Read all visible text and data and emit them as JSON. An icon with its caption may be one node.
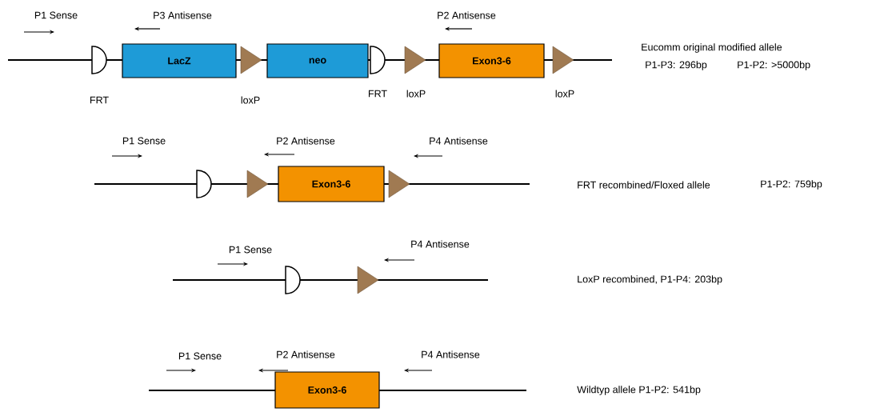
{
  "diagram": {
    "nodes": [
      {
        "text": [
          "LacZ"
        ]
      },
      {
        "text": [
          "neo"
        ]
      },
      {
        "text": [
          "Exon3-6"
        ]
      },
      {
        "text": [
          "Exon3-6"
        ]
      },
      {
        "text": [
          "Exon3-6"
        ]
      }
    ],
    "labels": [
      "P1 Sense",
      "P3 Antisense",
      "P2 Antisense",
      "Eucomm original modified allele",
      "FRT",
      "loxP",
      "FRT",
      "loxP",
      "loxP",
      "P1-P3: 296bp",
      "P1-P2: >5000bp",
      "P1 Sense",
      "P2 Antisense",
      "P4 Antisense",
      "FRT recombined/Floxed allele",
      "P1-P2: 759bp",
      "P1 Sense",
      "P4 Antisense",
      "LoxP recombined, P1-P4: 203bp",
      "P1 Sense",
      "P2 Antisense",
      "P4 Antisense",
      "Wildtyp allele P1-P2: 541bp"
    ]
  }
}
